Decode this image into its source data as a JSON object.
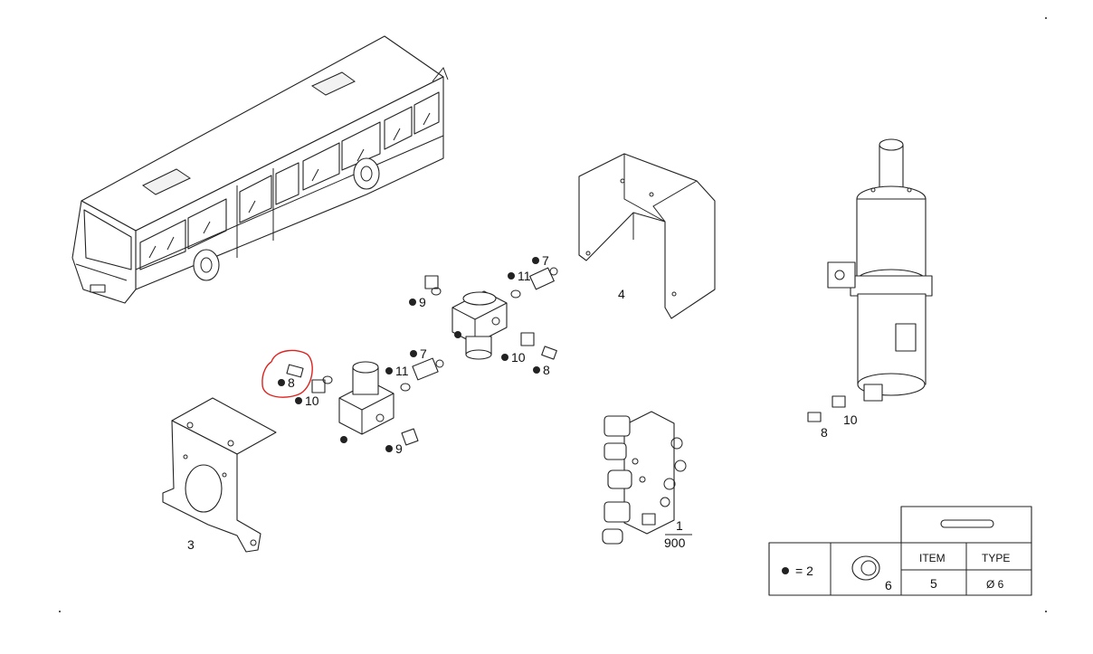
{
  "colors": {
    "line": "#222222",
    "highlight": "#e0201c",
    "background": "#ffffff"
  },
  "callouts": {
    "vehicle": "",
    "bracket": "3",
    "cover": "4",
    "cylinder_a": "10",
    "cylinder_b": "8",
    "valve_block_num": "1",
    "valve_block_den": "900",
    "lower_reg_item7": "7",
    "lower_reg_item11": "11",
    "lower_reg_item10": "10",
    "lower_reg_item8": "8",
    "lower_reg_item9": "9",
    "upper_reg_item7": "7",
    "upper_reg_item11": "11",
    "upper_reg_item9": "9",
    "upper_reg_item10": "10",
    "upper_reg_item8": "8"
  },
  "legend": {
    "dot_equals": "= 2",
    "ring_item": "6",
    "col_item_header": "ITEM",
    "col_type_header": "TYPE",
    "item_value": "5",
    "type_value": "Ø 6"
  }
}
